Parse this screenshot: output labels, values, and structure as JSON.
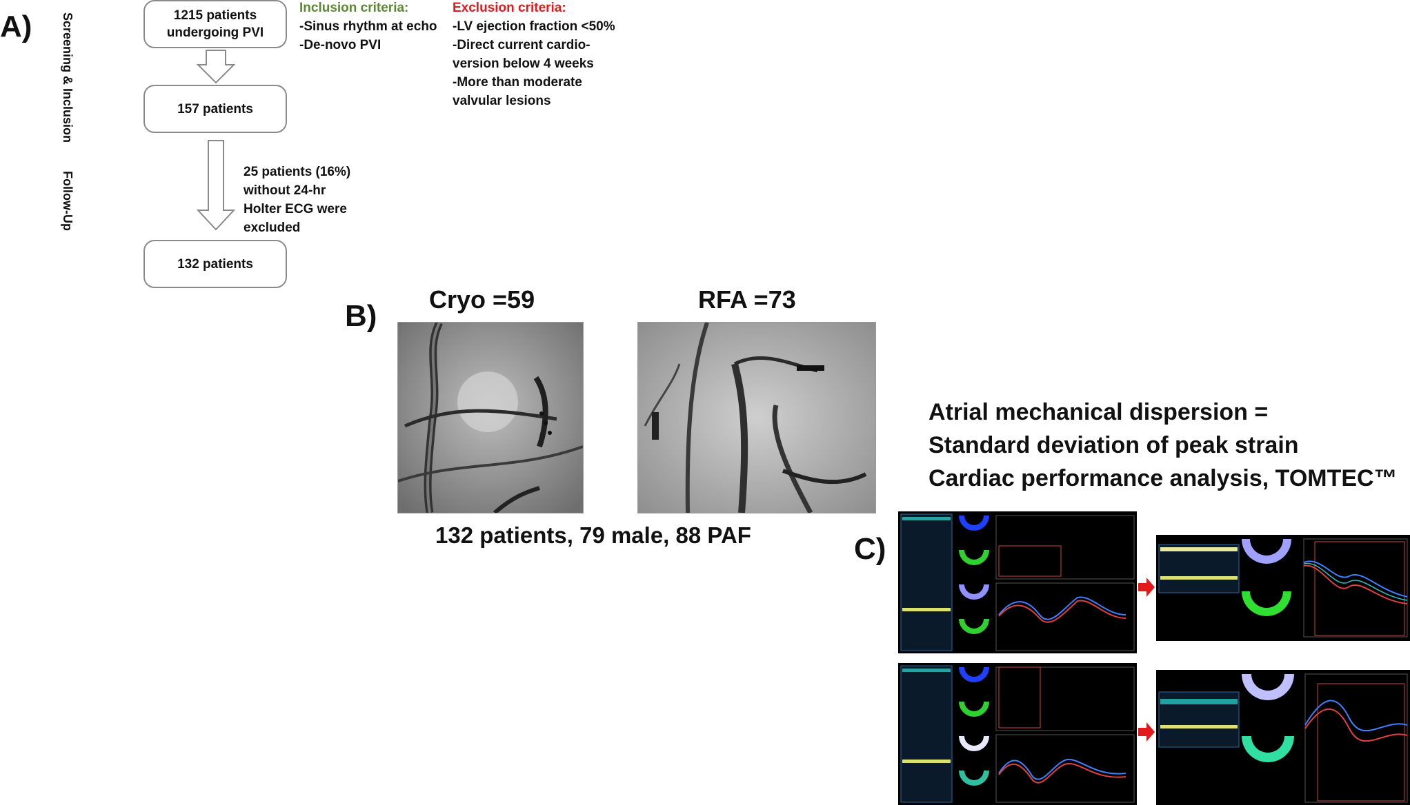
{
  "panels": {
    "a": "A)",
    "b": "B)",
    "c": "C)"
  },
  "side_labels": {
    "screening": "Screening & Inclusion",
    "followup": "Follow-Up"
  },
  "flow": {
    "box1": [
      "1215 patients",
      "undergoing PVI"
    ],
    "box2": "157 patients",
    "box3": "132 patients",
    "exclusion_note": [
      "25 patients (16%)",
      "without 24-hr",
      "Holter ECG were",
      "excluded"
    ]
  },
  "inclusion": {
    "title": "Inclusion criteria:",
    "items": [
      "-Sinus rhythm at echo",
      "-De-novo PVI"
    ]
  },
  "exclusion": {
    "title": "Exclusion criteria:",
    "items": [
      "-LV ejection fraction <50%",
      "-Direct current cardio-",
      "version below 4 weeks",
      "-More than moderate",
      "valvular lesions"
    ]
  },
  "groups": {
    "cryo": "Cryo =59",
    "rfa": "RFA =73"
  },
  "cohort": "132 patients, 79 male, 88 PAF",
  "amd": [
    "Atrial mechanical dispersion =",
    "Standard deviation of peak strain",
    "Cardiac performance analysis, TOMTEC™"
  ],
  "colors": {
    "inclusion": "#5b8a32",
    "exclusion": "#e11b1b",
    "arrow": "#e11b1b"
  }
}
